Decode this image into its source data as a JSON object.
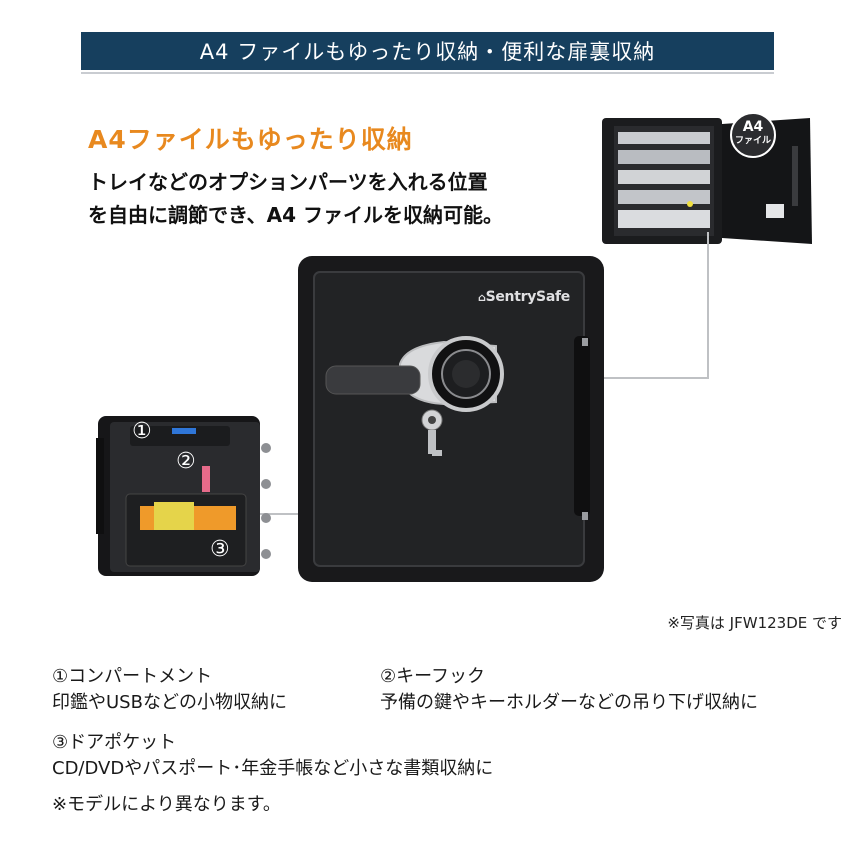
{
  "banner": {
    "title": "A4 ファイルもゆったり収納・便利な扉裏収納"
  },
  "headline": "A4ファイルもゆったり収納",
  "description": {
    "line1": "トレイなどのオプションパーツを入れる位置",
    "line2": "を自由に調節でき、A4 ファイルを収納可能。"
  },
  "photos": {
    "interior_badge_line1": "A4",
    "interior_badge_line2": "ファイル",
    "brand_logo": "SentrySafe",
    "door_markers": [
      "①",
      "②",
      "③"
    ]
  },
  "caption": "※写真は JFW123DE です",
  "features": [
    {
      "title": "①コンパートメント",
      "text": "印鑑やUSBなどの小物収納に"
    },
    {
      "title": "②キーフック",
      "text": "予備の鍵やキーホルダーなどの吊り下げ収納に"
    },
    {
      "title": "③ドアポケット",
      "text": "CD/DVDやパスポート･年金手帳など小さな書類収納に"
    }
  ],
  "footnote": "※モデルにより異なります。",
  "colors": {
    "banner_bg": "#163f5e",
    "headline": "#e8891f",
    "safe_body": "#1e1f21"
  },
  "icons": [
    "lock-icon",
    "combination-dial-icon",
    "key-icon",
    "door-handle-icon"
  ]
}
